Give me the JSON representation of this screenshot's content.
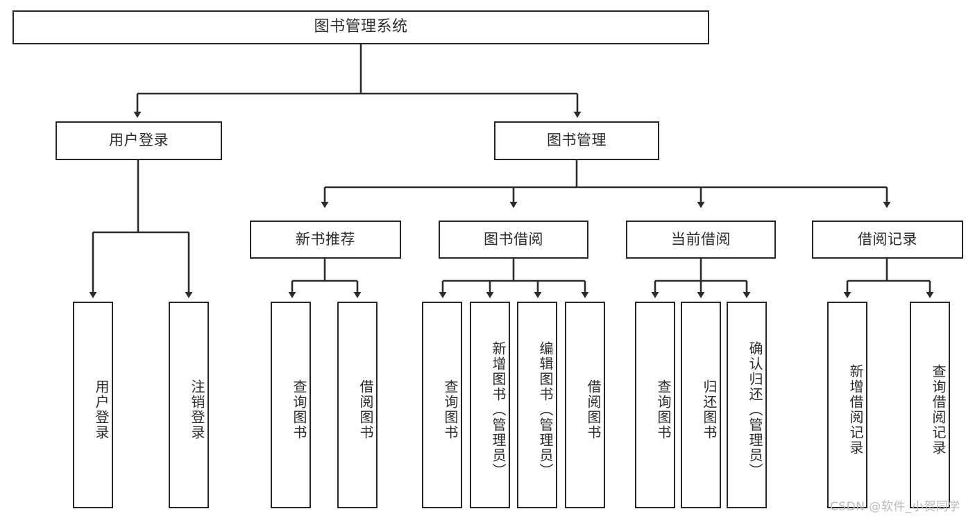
{
  "diagram": {
    "title": "图书管理系统",
    "type": "功能结构图",
    "colors": {
      "border": "#262626",
      "text": "#2b2b2b",
      "background": "#ffffff",
      "watermark": "#b9b9b9"
    },
    "root": {
      "label": "图书管理系统"
    },
    "level2": [
      {
        "label": "用户登录"
      },
      {
        "label": "图书管理"
      }
    ],
    "level3": [
      {
        "label": "新书推荐"
      },
      {
        "label": "图书借阅"
      },
      {
        "label": "当前借阅"
      },
      {
        "label": "借阅记录"
      }
    ],
    "leaves": {
      "user_login": [
        {
          "label": "用户登录"
        },
        {
          "label": "注销登录"
        }
      ],
      "new_book": [
        {
          "label": "查询图书"
        },
        {
          "label": "借阅图书"
        }
      ],
      "book_borrow": [
        {
          "label": "查询图书"
        },
        {
          "label": "新增图书（管理员）"
        },
        {
          "label": "编辑图书（管理员）"
        },
        {
          "label": "借阅图书"
        }
      ],
      "current_borrow": [
        {
          "label": "查询图书"
        },
        {
          "label": "归还图书"
        },
        {
          "label": "确认归还（管理员）"
        }
      ],
      "borrow_record": [
        {
          "label": "新增借阅记录"
        },
        {
          "label": "查询借阅记录"
        }
      ]
    }
  },
  "watermark": {
    "text": "CSDN @软件_小贺同学"
  }
}
